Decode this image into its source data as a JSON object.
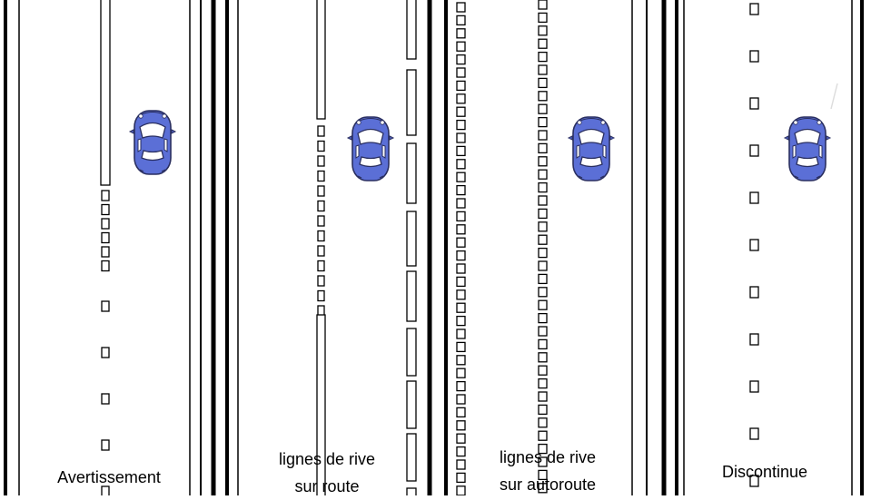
{
  "panels": [
    {
      "id": "avertissement",
      "caption_lines": [
        "Avertissement"
      ],
      "marking": "warning"
    },
    {
      "id": "rive-route",
      "caption_lines": [
        "lignes de rive",
        "sur route"
      ],
      "marking": "edge-road"
    },
    {
      "id": "rive-autoroute",
      "caption_lines": [
        "lignes de rive",
        "sur autoroute"
      ],
      "marking": "edge-motorway"
    },
    {
      "id": "discontinue",
      "caption_lines": [
        "Discontinue"
      ],
      "marking": "broken"
    }
  ],
  "colors": {
    "car_body": "#5b6fd6",
    "car_outline": "#2a2f60",
    "car_glass": "#ffffff",
    "line": "#000000",
    "road": "#ffffff"
  },
  "icons": {
    "car": "car-top-view-icon"
  }
}
